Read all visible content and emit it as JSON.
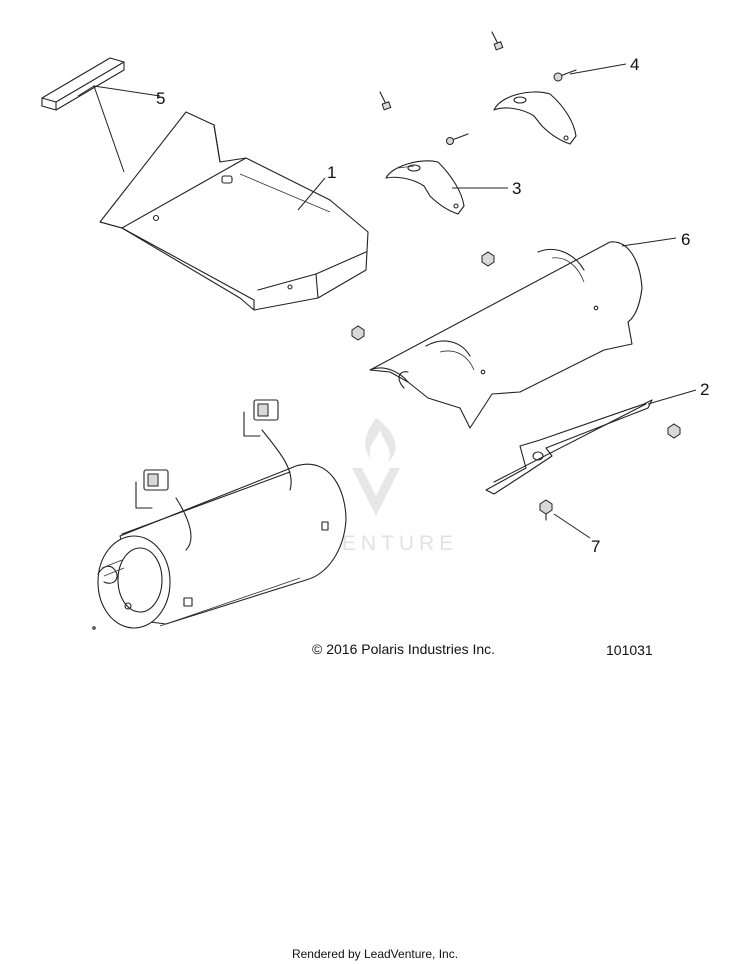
{
  "callouts": {
    "c1": "1",
    "c2": "2",
    "c3": "3",
    "c4": "4",
    "c5": "5",
    "c6": "6",
    "c7": "7"
  },
  "watermark": {
    "text": "LEADVENTURE",
    "icon": "flame-v-logo-icon"
  },
  "copyright": "© 2016 Polaris Industries Inc.",
  "reference_number": "101031",
  "footer": "Rendered by LeadVenture, Inc."
}
